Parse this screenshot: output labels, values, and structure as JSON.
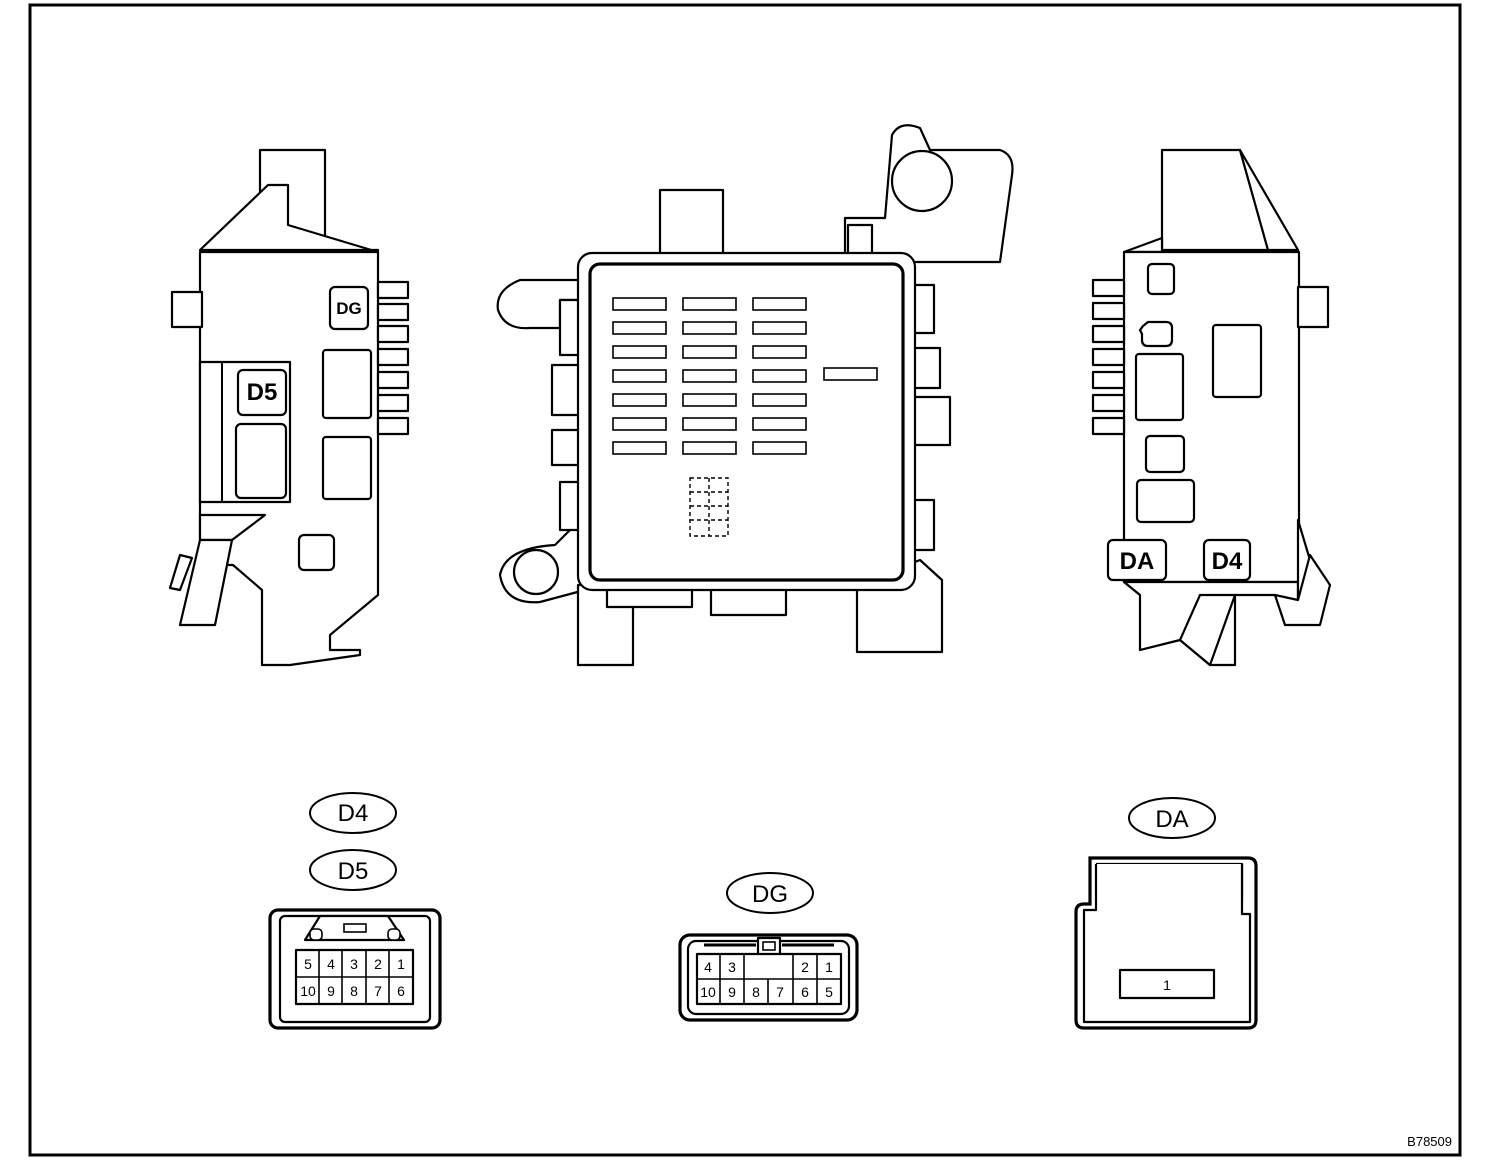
{
  "views": {
    "left": {
      "labels": [
        "DG",
        "D5"
      ]
    },
    "right": {
      "labels": [
        "DA",
        "D4"
      ]
    }
  },
  "connectors": [
    {
      "ovals": [
        "D4",
        "D5"
      ],
      "rows": [
        [
          "5",
          "4",
          "3",
          "2",
          "1"
        ],
        [
          "10",
          "9",
          "8",
          "7",
          "6"
        ]
      ]
    },
    {
      "ovals": [
        "DG"
      ],
      "rows": [
        [
          "4",
          "3",
          "",
          "",
          "2",
          "1"
        ],
        [
          "10",
          "9",
          "8",
          "7",
          "6",
          "5"
        ]
      ]
    },
    {
      "ovals": [
        "DA"
      ],
      "rows": [
        [
          "1"
        ]
      ]
    }
  ],
  "figure_code": "B78509"
}
